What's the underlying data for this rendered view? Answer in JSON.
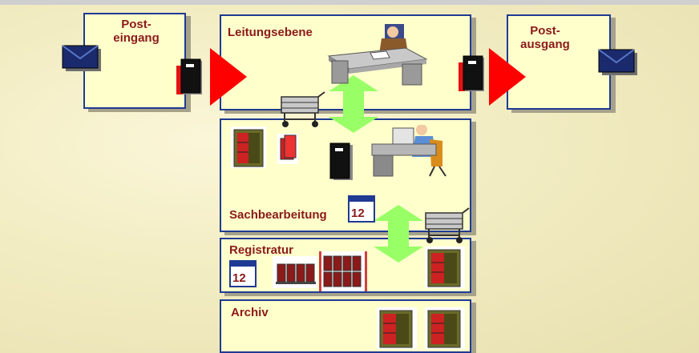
{
  "boxes": {
    "posteingang": "Post-\neingang",
    "leitungsebene": "Leitungsebene",
    "postausgang": "Post-\nausgang",
    "sachbearbeitung": "Sachbearbeitung",
    "registratur": "Registratur",
    "archiv": "Archiv"
  },
  "calendars": [
    "12",
    "12"
  ],
  "colors": {
    "box_fill": "#ffffcc",
    "box_border": "#1f3a93",
    "label": "#8b1a1a",
    "arrow_red": "#ff0000",
    "arrow_green": "#99ff66",
    "cabinet_red": "#cc2222",
    "envelope": "#1a2a6c"
  },
  "icons": [
    "envelope-icon",
    "file-folder-icon",
    "big-red-arrow",
    "green-double-arrow",
    "trolley-icon",
    "desk-worker-icon",
    "cabinet-icon",
    "calendar-icon"
  ]
}
